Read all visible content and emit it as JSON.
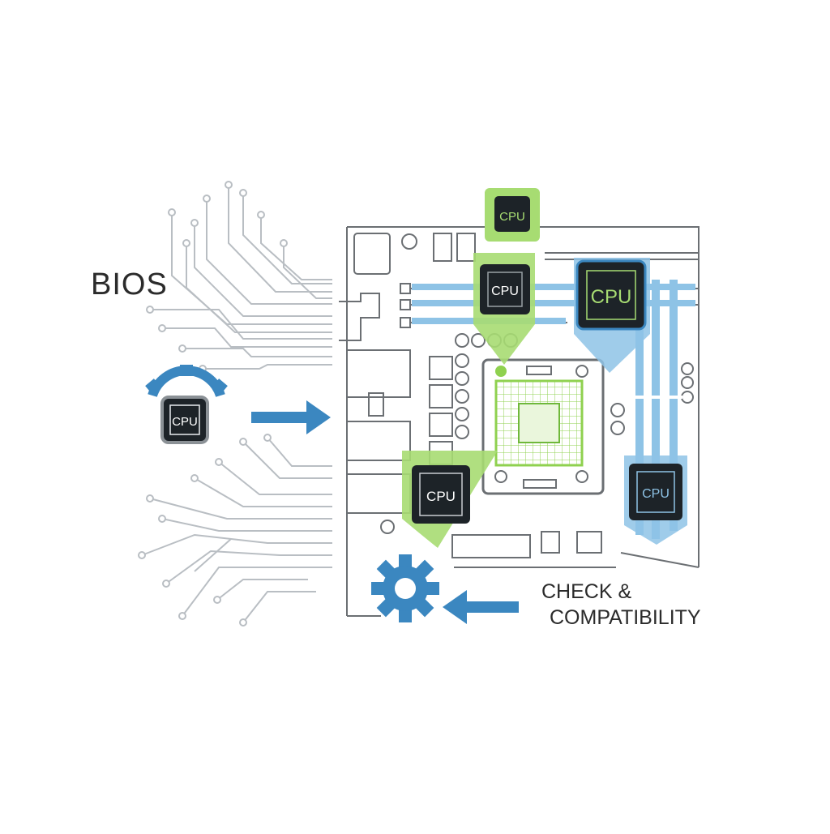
{
  "labels": {
    "bios": "BIOS",
    "check_line1": "CHECK &",
    "check_line2": "COMPATIBILITY"
  },
  "chip_text": "CPU",
  "colors": {
    "blue": "#3b87c0",
    "blue_light": "#8ec3e6",
    "green": "#8fd14f",
    "green_dark": "#6fb83a",
    "chip": "#1d2328",
    "line": "#6b6f73",
    "trace": "#b9bec3"
  },
  "icons": [
    "gear-icon",
    "arrow-right-icon",
    "arrow-left-icon",
    "cpu-chip-icon",
    "circuit-traces-icon",
    "motherboard-icon"
  ]
}
